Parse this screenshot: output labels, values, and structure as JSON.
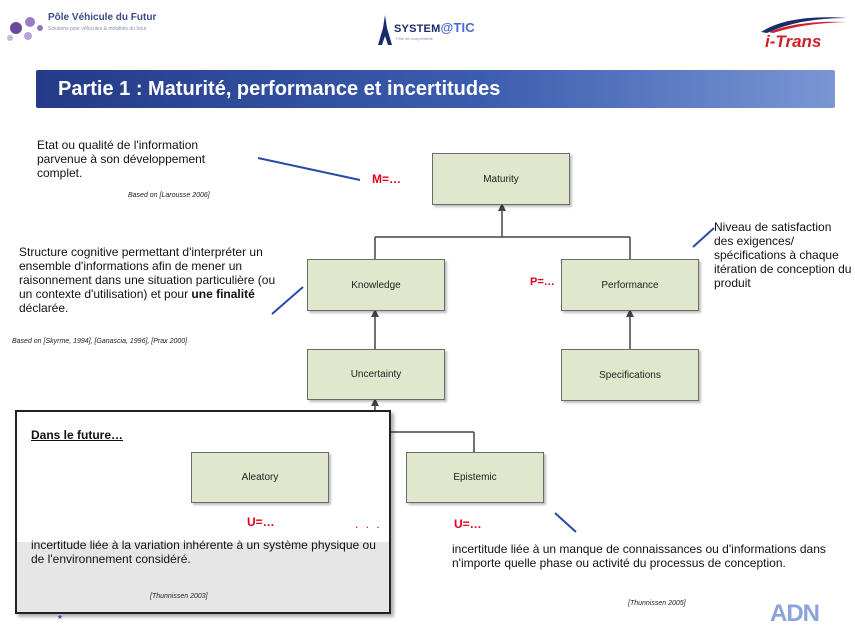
{
  "header": {
    "left_logo_name": "Pôle Véhicule du Futur",
    "left_logo_sub": "Solutions pour véhicules & mobilités du futur",
    "mid_logo_word": "SYSTEM",
    "mid_logo_word2": "@TIC",
    "mid_logo_sub": "Pôle de compétitivité",
    "right_logo_word": "i-Trans"
  },
  "slide": {
    "title": "Partie 1 : Maturité, performance et incertitudes",
    "maturity_def": {
      "text": "Etat ou qualité de l'information parvenue à son développement complet.",
      "source": "Based on [Larousse 2006]"
    },
    "knowledge_def": {
      "text": "Structure cognitive permettant d'interpréter un ensemble d'informations afin de mener un raisonnement dans une situation particulière (ou un contexte d'utilisation) et pour",
      "bold": "une finalité",
      "tail": "déclarée.",
      "source": "Based on [Skyrme, 1994], [Ganascia, 1996], [Prax 2000]"
    },
    "performance_def": {
      "text": "Niveau de satisfaction des exigences/ spécifications à chaque itération de conception du produit"
    },
    "aleatory_def": {
      "text": "incertitude liée à la variation inhérente à un système physique ou de l'environnement considéré.",
      "source": "[Thunnissen 2003]"
    },
    "epistemic_def": {
      "text": "incertitude liée à un manque de connaissances ou d'informations dans n'importe quelle phase ou activité du processus de conception.",
      "source": "[Thunnissen 2005]"
    },
    "future_label": "Dans le future…",
    "labels": {
      "m": "M=…",
      "p": "P=…",
      "u1": "U=…",
      "u2": "U=…",
      "dots": ". . ."
    },
    "nodes": {
      "maturity": "Maturity",
      "knowledge": "Knowledge",
      "performance": "Performance",
      "uncertainty": "Uncertainty",
      "specifications": "Specifications",
      "aleatory": "Aleatory",
      "epistemic": "Epistemic"
    },
    "footer_logo": "ADN",
    "footer_bullet": "*",
    "colors": {
      "title_bar": "#2c4a9a",
      "box_fill": "#dfe8cc",
      "accent_red": "#e00018",
      "pointer": "#2a4aa8"
    }
  }
}
